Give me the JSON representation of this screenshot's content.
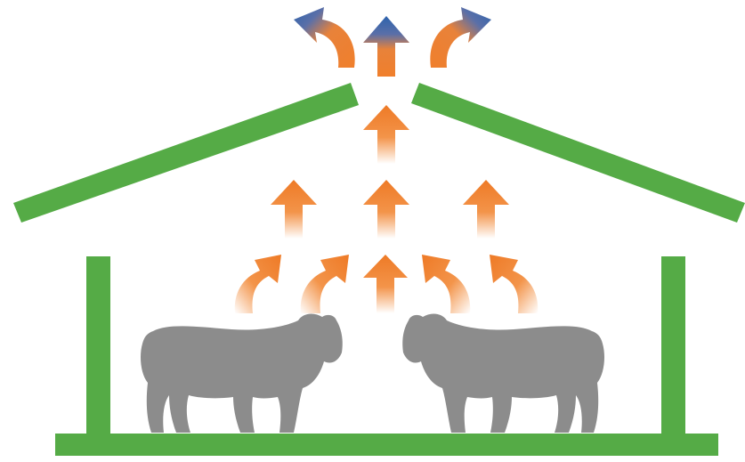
{
  "colors": {
    "structure": "#55ab46",
    "warm_air": "#f07f2c",
    "warm_air_light": "#f7c69b",
    "cool_exhaust": "#2d63ad",
    "cattle": "#8c8c8c",
    "background": "#ffffff"
  },
  "icons": {
    "barn": "barn-outline",
    "animal": "cattle-silhouette",
    "airflow": "upward-arrow"
  }
}
